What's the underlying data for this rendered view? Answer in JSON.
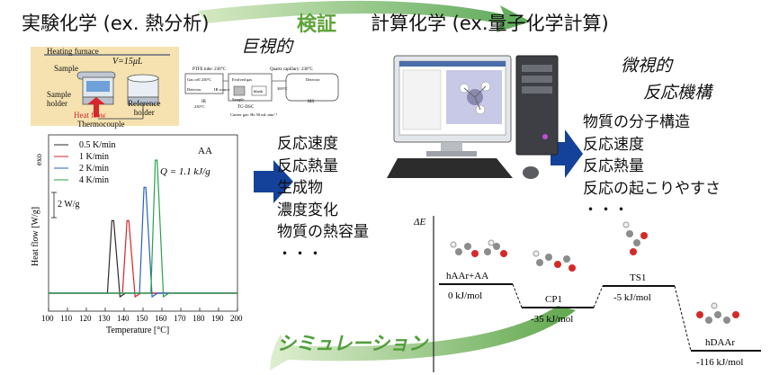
{
  "titles": {
    "experimental": "実験化学 (ex. 熱分析)",
    "verification": "検証",
    "computational": "計算化学 (ex.量子化学計算)",
    "macro": "巨視的",
    "micro_line1": "微視的",
    "micro_line2": "反応機構",
    "simulation": "シミュレーション"
  },
  "furnace": {
    "title": "Heating furnace",
    "volume": "V=15μL",
    "sample": "Sample",
    "sample_holder_1": "Sample",
    "sample_holder_2": "holder",
    "reference_holder_1": "Reference",
    "reference_holder_2": "holder",
    "heat_flow": "Heat flow",
    "thermocouple": "Thermocouple"
  },
  "schematic": {
    "ptfe": "PTFE tube: 230°C",
    "quartz": "Quartz capillary: 230°C",
    "gas_cell": "Gas cell 230°C",
    "evolved_gas": "Evolved gas",
    "detector_left": "Detector",
    "ir": "IR",
    "ir_source": "IR source",
    "blank": "blank",
    "sample": "Sample",
    "tg_dsc": "TG-DSC",
    "detector_right": "Detector",
    "ms": "MS",
    "carrier": "Carrier gas: He 50 mL min⁻¹",
    "temp": "300°C",
    "deg230": "230°C"
  },
  "experimental_list": [
    "反応速度",
    "反応熱量",
    "生成物",
    "濃度変化",
    "物質の熱容量",
    "・・・"
  ],
  "computational_list": [
    "物質の分子構造",
    "反応速度",
    "反応熱量",
    "反応の起こりやすさ",
    "・・・"
  ],
  "colors": {
    "accent_green": "#5fa43a",
    "arrow_blue": "#14429a",
    "series": [
      "#2b2b2b",
      "#d8262b",
      "#2461c6",
      "#29a24a"
    ]
  },
  "chart_data": {
    "type": "line",
    "title": "AA",
    "annotation": "Q = 1.1 kJ/g",
    "scale_bar": "2 W/g",
    "exo": "exo",
    "xlabel": "Temperature [°C]",
    "ylabel": "Heat flow [W/g]",
    "xlim": [
      100,
      200
    ],
    "xticks": [
      "100",
      "110",
      "120",
      "130",
      "140",
      "150",
      "160",
      "170",
      "180",
      "190",
      "200"
    ],
    "series": [
      {
        "name": "0.5 K/min",
        "peak_x": 134,
        "peak_height": 0.48
      },
      {
        "name": "1 K/min",
        "peak_x": 142,
        "peak_height": 0.48
      },
      {
        "name": "2 K/min",
        "peak_x": 151,
        "peak_height": 0.7
      },
      {
        "name": "4 K/min",
        "peak_x": 157,
        "peak_height": 0.88
      }
    ]
  },
  "energy_diagram": {
    "axis_label": "ΔE",
    "states": [
      {
        "name": "hAAr+AA",
        "energy": "0 kJ/mol"
      },
      {
        "name": "CP1",
        "energy": "-35 kJ/mol"
      },
      {
        "name": "TS1",
        "energy": "-5 kJ/mol"
      },
      {
        "name": "hDAAr",
        "energy": "-116 kJ/mol"
      }
    ]
  }
}
